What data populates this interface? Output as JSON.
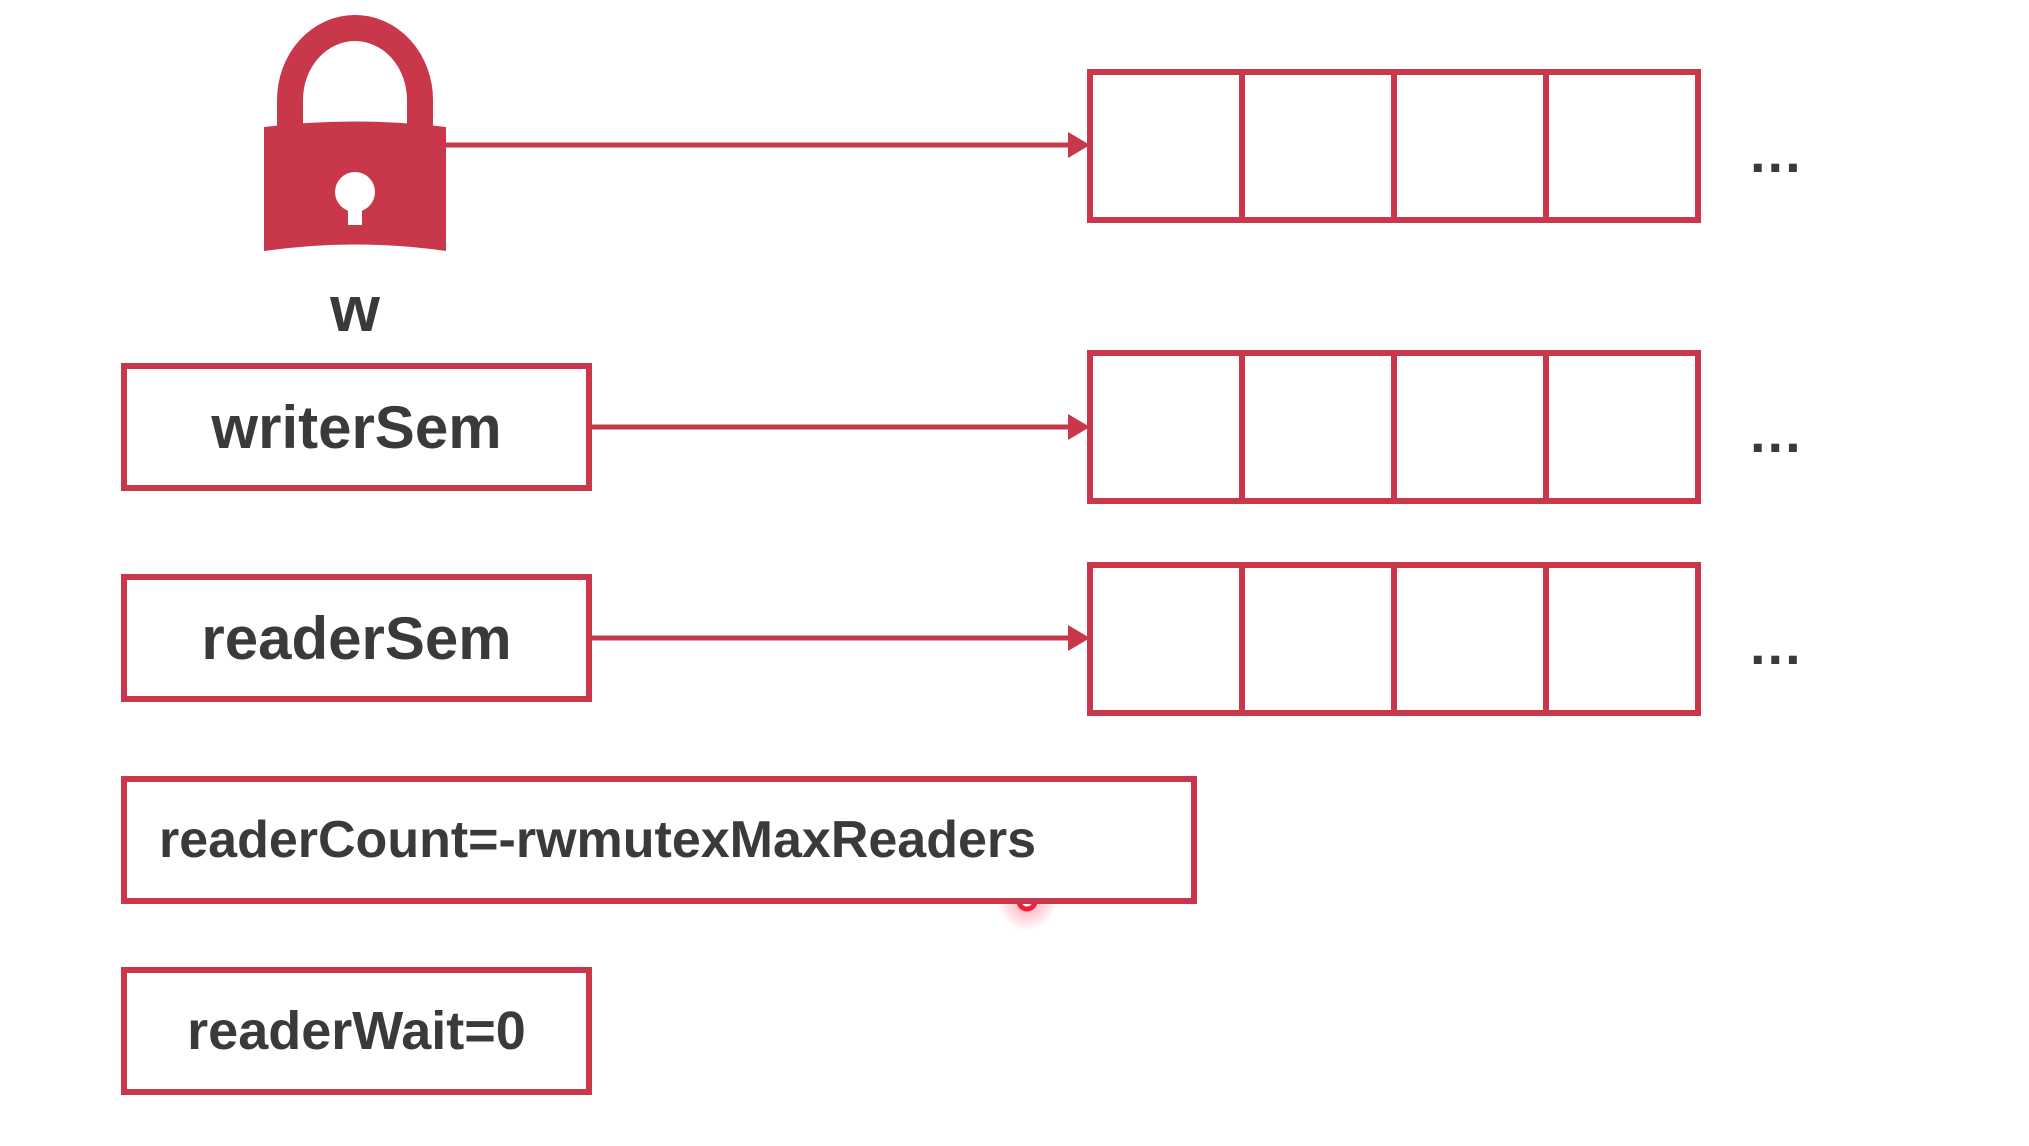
{
  "accent_color": "#c8374a",
  "text_color": "#3a3a3a",
  "lock": {
    "icon": "lock-icon",
    "label": "w"
  },
  "fields": {
    "writer_sem": "writerSem",
    "reader_sem": "readerSem",
    "reader_count": "readerCount=-rwmutexMaxReaders",
    "reader_wait": "readerWait=0"
  },
  "queues": {
    "ellipsis": "..."
  },
  "cursor": {
    "icon": "cursor-dot-icon"
  }
}
